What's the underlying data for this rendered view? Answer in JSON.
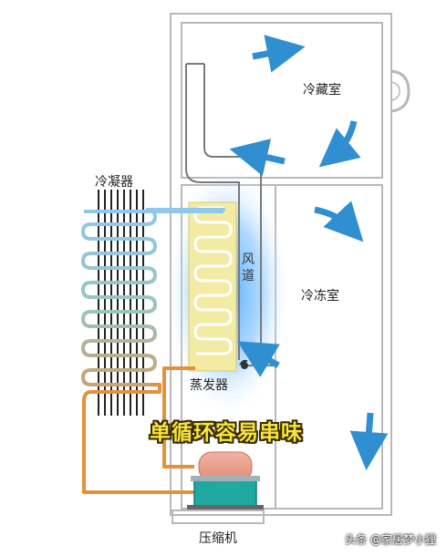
{
  "labels": {
    "refrigerator_compartment": "冷藏室",
    "freezer_compartment": "冷冻室",
    "condenser": "冷凝器",
    "air_duct": "风道",
    "evaporator": "蒸发器",
    "compressor": "压缩机"
  },
  "caption": "单循环容易串味",
  "watermark": "头条 @家居梦小狸",
  "colors": {
    "cabinet_outline": "#b8b8b8",
    "airflow_arrow": "#2f8fd0",
    "cold_glow": "#4aa8ff",
    "evaporator_panel": "#f3eaa3",
    "condenser_coil": "#8fc8ef",
    "refrigerant_pipe": "#e2923a",
    "compressor_body": "#1fa9a0",
    "caption_text": "#f5e53a"
  }
}
